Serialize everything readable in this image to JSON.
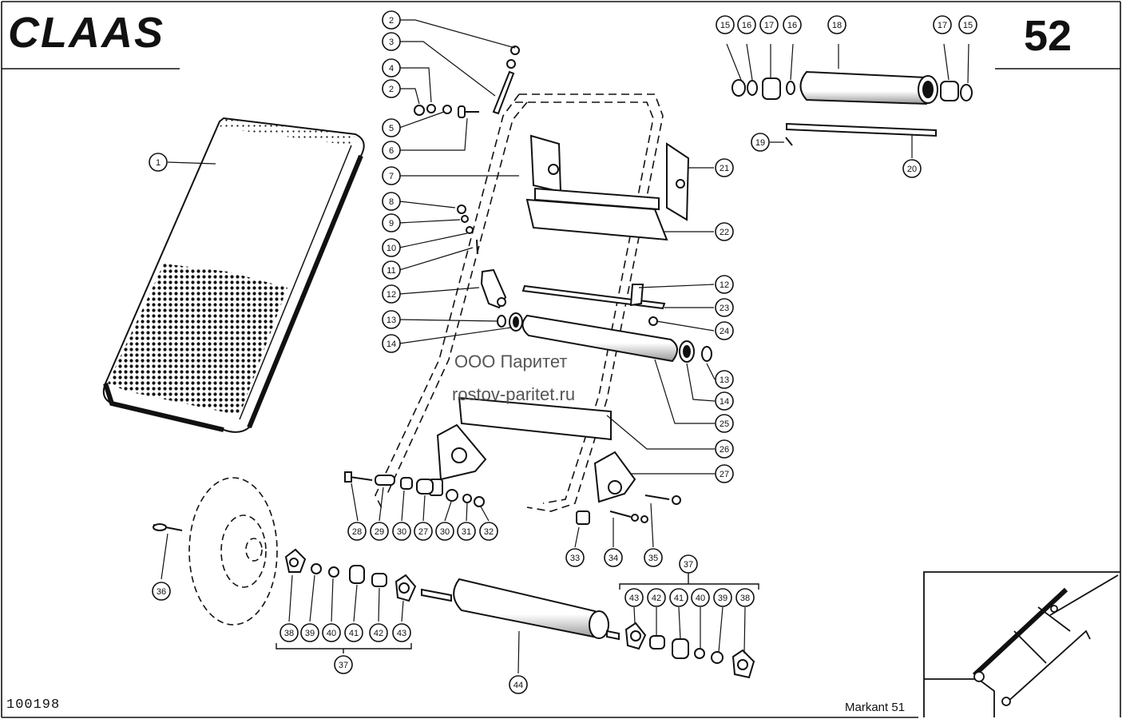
{
  "header": {
    "brand_logo": "CLAAS",
    "page_number": "52"
  },
  "footer": {
    "drawing_number": "100198",
    "model": "Markant 51"
  },
  "watermark": {
    "line1": "ООО Паритет",
    "line2": "rostov-paritet.ru"
  },
  "callouts": [
    "1",
    "2",
    "3",
    "4",
    "2",
    "5",
    "6",
    "7",
    "8",
    "9",
    "10",
    "11",
    "12",
    "13",
    "14",
    "15",
    "16",
    "17",
    "16",
    "18",
    "17",
    "15",
    "19",
    "20",
    "21",
    "22",
    "12",
    "23",
    "24",
    "13",
    "14",
    "25",
    "26",
    "27",
    "28",
    "29",
    "30",
    "27",
    "30",
    "31",
    "32",
    "33",
    "34",
    "35",
    "36",
    "38",
    "39",
    "40",
    "41",
    "42",
    "43",
    "37",
    "44",
    "37",
    "43",
    "42",
    "41",
    "40",
    "39",
    "38"
  ]
}
